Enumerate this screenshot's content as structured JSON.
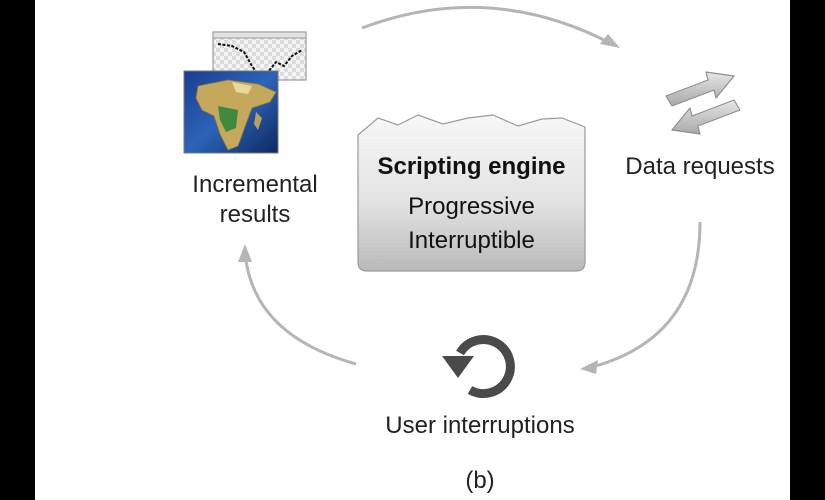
{
  "engine": {
    "title": "Scripting engine",
    "line1": "Progressive",
    "line2": "Interruptible"
  },
  "nodes": {
    "incremental_line1": "Incremental",
    "incremental_line2": "results",
    "data_requests": "Data requests",
    "user_interruptions": "User interruptions"
  },
  "caption": "(b)",
  "icons": {
    "results": "map-and-plot-thumbnails",
    "data": "bidirectional-arrows-icon",
    "interrupt": "refresh-icon"
  },
  "colors": {
    "background": "#000000",
    "panel": "#ffffff",
    "arrow": "#b5b5b5",
    "engine_fill": "#d9d9d9",
    "text": "#222222"
  }
}
